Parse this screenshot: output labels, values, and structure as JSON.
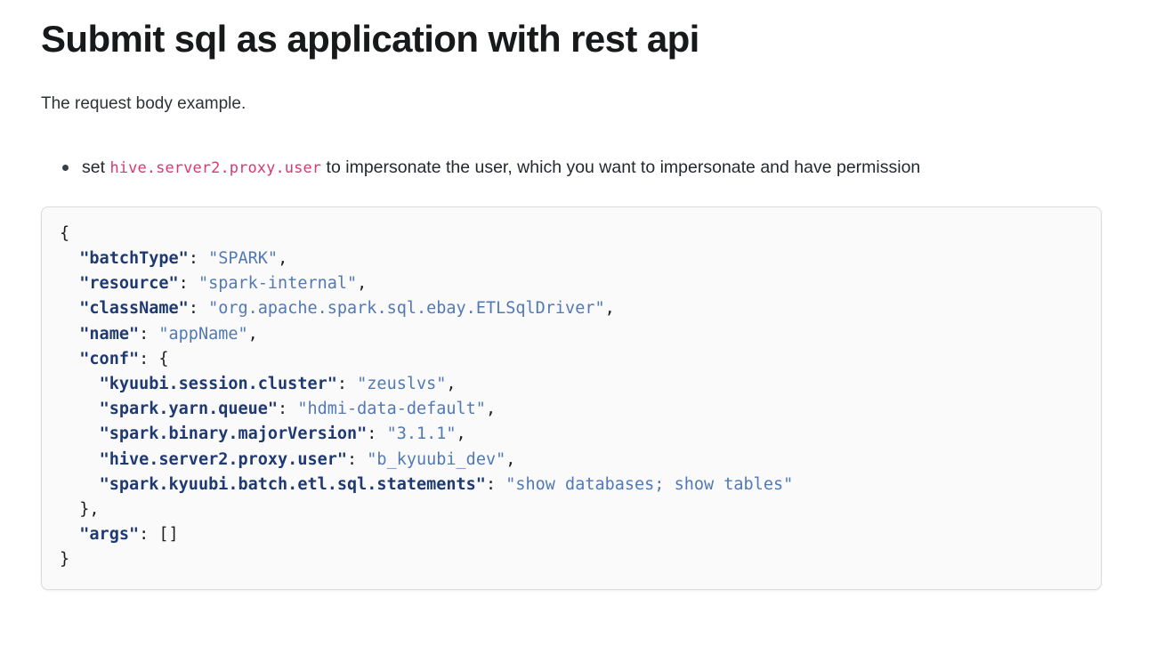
{
  "page": {
    "title": "Submit sql as application with rest api",
    "intro": "The request body example.",
    "bullets": [
      {
        "prefix": "set ",
        "code": "hive.server2.proxy.user",
        "suffix": " to impersonate the user, which you want to impersonate and have permission"
      }
    ]
  },
  "code_block": {
    "language": "json",
    "colors": {
      "key": "#1f3a73",
      "string": "#5179b5",
      "punctuation": "#1b1f23",
      "background": "#fafafa",
      "border": "#d8dce1",
      "inline_code": "#d63a73"
    },
    "raw": "{\n  \"batchType\": \"SPARK\",\n  \"resource\": \"spark-internal\",\n  \"className\": \"org.apache.spark.sql.ebay.ETLSqlDriver\",\n  \"name\": \"appName\",\n  \"conf\": {\n    \"kyuubi.session.cluster\": \"zeuslvs\",\n    \"spark.yarn.queue\": \"hdmi-data-default\",\n    \"spark.binary.majorVersion\": \"3.1.1\",\n    \"hive.server2.proxy.user\": \"b_kyuubi_dev\",\n    \"spark.kyuubi.batch.etl.sql.statements\": \"show databases; show tables\"\n  },\n  \"args\": []\n}",
    "lines": [
      [
        {
          "t": "punct",
          "v": "{"
        }
      ],
      [
        {
          "t": "punct",
          "v": "  "
        },
        {
          "t": "key",
          "v": "\"batchType\""
        },
        {
          "t": "punct",
          "v": ": "
        },
        {
          "t": "str",
          "v": "\"SPARK\""
        },
        {
          "t": "punct",
          "v": ","
        }
      ],
      [
        {
          "t": "punct",
          "v": "  "
        },
        {
          "t": "key",
          "v": "\"resource\""
        },
        {
          "t": "punct",
          "v": ": "
        },
        {
          "t": "str",
          "v": "\"spark-internal\""
        },
        {
          "t": "punct",
          "v": ","
        }
      ],
      [
        {
          "t": "punct",
          "v": "  "
        },
        {
          "t": "key",
          "v": "\"className\""
        },
        {
          "t": "punct",
          "v": ": "
        },
        {
          "t": "str",
          "v": "\"org.apache.spark.sql.ebay.ETLSqlDriver\""
        },
        {
          "t": "punct",
          "v": ","
        }
      ],
      [
        {
          "t": "punct",
          "v": "  "
        },
        {
          "t": "key",
          "v": "\"name\""
        },
        {
          "t": "punct",
          "v": ": "
        },
        {
          "t": "str",
          "v": "\"appName\""
        },
        {
          "t": "punct",
          "v": ","
        }
      ],
      [
        {
          "t": "punct",
          "v": "  "
        },
        {
          "t": "key",
          "v": "\"conf\""
        },
        {
          "t": "punct",
          "v": ": {"
        }
      ],
      [
        {
          "t": "punct",
          "v": "    "
        },
        {
          "t": "key",
          "v": "\"kyuubi.session.cluster\""
        },
        {
          "t": "punct",
          "v": ": "
        },
        {
          "t": "str",
          "v": "\"zeuslvs\""
        },
        {
          "t": "punct",
          "v": ","
        }
      ],
      [
        {
          "t": "punct",
          "v": "    "
        },
        {
          "t": "key",
          "v": "\"spark.yarn.queue\""
        },
        {
          "t": "punct",
          "v": ": "
        },
        {
          "t": "str",
          "v": "\"hdmi-data-default\""
        },
        {
          "t": "punct",
          "v": ","
        }
      ],
      [
        {
          "t": "punct",
          "v": "    "
        },
        {
          "t": "key",
          "v": "\"spark.binary.majorVersion\""
        },
        {
          "t": "punct",
          "v": ": "
        },
        {
          "t": "str",
          "v": "\"3.1.1\""
        },
        {
          "t": "punct",
          "v": ","
        }
      ],
      [
        {
          "t": "punct",
          "v": "    "
        },
        {
          "t": "key",
          "v": "\"hive.server2.proxy.user\""
        },
        {
          "t": "punct",
          "v": ": "
        },
        {
          "t": "str",
          "v": "\"b_kyuubi_dev\""
        },
        {
          "t": "punct",
          "v": ","
        }
      ],
      [
        {
          "t": "punct",
          "v": "    "
        },
        {
          "t": "key",
          "v": "\"spark.kyuubi.batch.etl.sql.statements\""
        },
        {
          "t": "punct",
          "v": ": "
        },
        {
          "t": "str",
          "v": "\"show databases; show tables\""
        }
      ],
      [
        {
          "t": "punct",
          "v": "  },"
        }
      ],
      [
        {
          "t": "punct",
          "v": "  "
        },
        {
          "t": "key",
          "v": "\"args\""
        },
        {
          "t": "punct",
          "v": ": []"
        }
      ],
      [
        {
          "t": "punct",
          "v": "}"
        }
      ]
    ]
  }
}
